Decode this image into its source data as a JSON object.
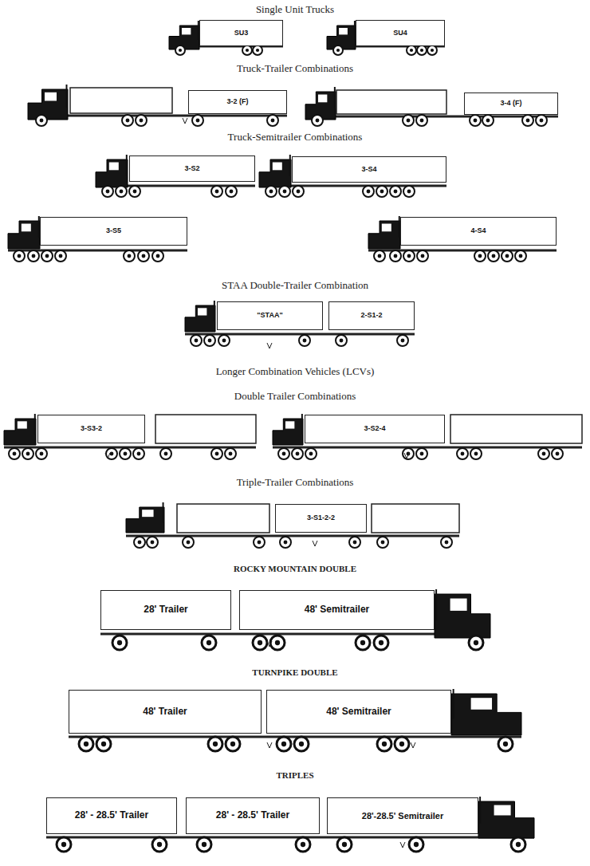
{
  "diagram": {
    "nodes": [
      {
        "text": [
          "SU3"
        ]
      },
      {
        "text": [
          "SU4"
        ]
      },
      {
        "text": [
          "3-2 (F)"
        ]
      },
      {
        "text": [
          "3-4 (F)"
        ]
      },
      {
        "text": [
          "3-S2"
        ]
      },
      {
        "text": [
          "3-S4"
        ]
      },
      {
        "text": [
          "3-S5"
        ]
      },
      {
        "text": [
          "4-S4"
        ]
      },
      {
        "text": [
          "\"STAA\""
        ]
      },
      {
        "text": [
          "2-S1-2"
        ]
      },
      {
        "text": [
          "3-S3-2"
        ]
      },
      {
        "text": [
          "3-S2-4"
        ]
      },
      {
        "text": [
          "3-S1-2-2"
        ]
      },
      {
        "text": [
          "28' Trailer"
        ]
      },
      {
        "text": [
          "48' Semitrailer"
        ]
      },
      {
        "text": [
          "48' Trailer"
        ]
      },
      {
        "text": [
          "48' Semitrailer"
        ]
      },
      {
        "text": [
          "28' - 28.5' Trailer"
        ]
      },
      {
        "text": [
          "28' - 28.5' Trailer"
        ]
      },
      {
        "text": [
          "28'-28.5' Semitrailer"
        ]
      }
    ],
    "labels": [
      "Single Unit Trucks",
      "Truck-Trailer Combinations",
      "Truck-Semitrailer Combinations",
      "STAA Double-Trailer Combination",
      "Longer Combination Vehicles (LCVs)",
      "Double Trailer Combinations",
      "Triple-Trailer Combinations",
      "ROCKY MOUNTAIN DOUBLE",
      "TURNPIKE DOUBLE",
      "TRIPLES"
    ]
  }
}
